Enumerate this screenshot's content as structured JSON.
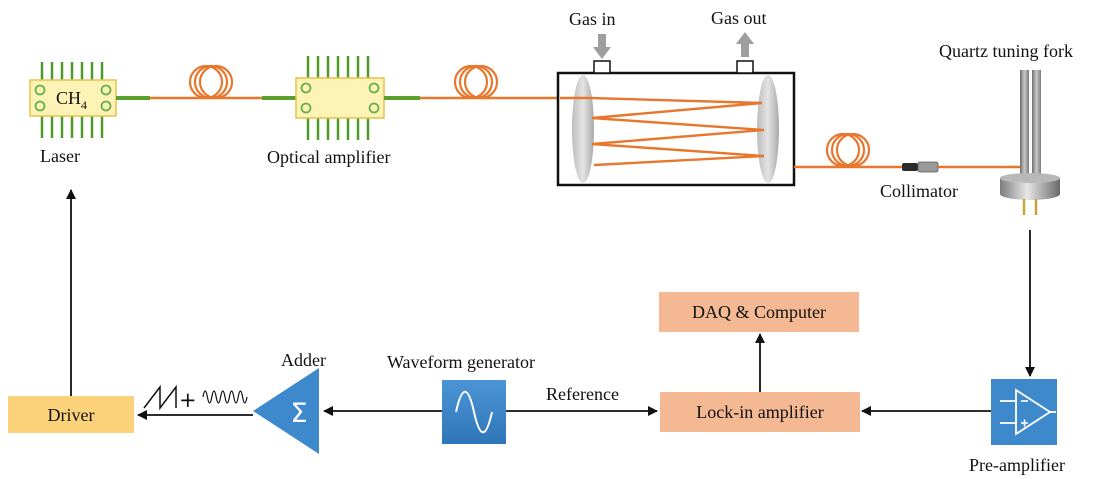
{
  "labels": {
    "laser": "Laser",
    "laser_chip": "CH",
    "laser_chip_sub": "4",
    "optical_amplifier": "Optical amplifier",
    "gas_in": "Gas in",
    "gas_out": "Gas out",
    "quartz_tuning_fork": "Quartz tuning fork",
    "collimator": "Collimator",
    "daq_computer": "DAQ & Computer",
    "adder": "Adder",
    "waveform_generator": "Waveform generator",
    "reference": "Reference",
    "driver": "Driver",
    "lockin_amplifier": "Lock-in amplifier",
    "pre_amplifier": "Pre-amplifier",
    "sum_symbol": "Σ",
    "plus_symbol": "+"
  },
  "colors": {
    "fiber": "#e8772e",
    "fiber_joint": "#5aa02c",
    "chip_fill": "#fdf3b7",
    "chip_border": "#e6c24a",
    "chip_dot": "#6ab04c",
    "pin": "#4f9a2a",
    "driver_fill": "#fbd27a",
    "salmon_box": "#f4b993",
    "blue": "#3e88cc",
    "arrow": "#111111"
  }
}
